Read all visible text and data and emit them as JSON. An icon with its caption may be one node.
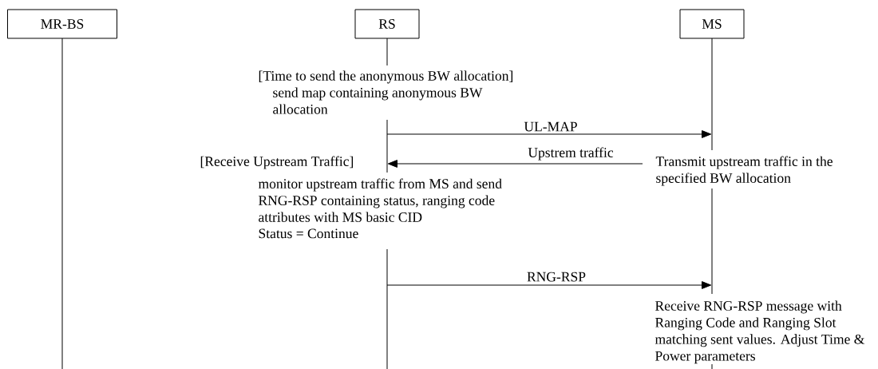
{
  "diagram": {
    "nodes": [
      {
        "text": [
          "MR-BS"
        ]
      },
      {
        "text": [
          "RS"
        ]
      },
      {
        "text": [
          "MS"
        ]
      }
    ],
    "edges": [
      {
        "from": 1,
        "to": 2,
        "arrow": "to",
        "label": "UL-MAP"
      },
      {
        "from": 2,
        "to": 1,
        "arrow": "to",
        "label": "Upstrem traffic"
      },
      {
        "from": 1,
        "to": 2,
        "arrow": "to",
        "label": "RNG-RSP"
      }
    ],
    "labels": [
      "[Time to send the anonymous BW allocation]",
      "send map containing anonymous BW allocation",
      "[Receive Upstream Traffic]",
      "monitor upstream traffic from MS and send RNG-RSP containing status, ranging code attributes with MS basic CID",
      "Status = Continue",
      "Transmit upstream traffic in the specified BW allocation",
      "Receive RNG-RSP message with Ranging Code and Ranging Slot matching sent values. Adjust Time & Power parameters"
    ]
  }
}
